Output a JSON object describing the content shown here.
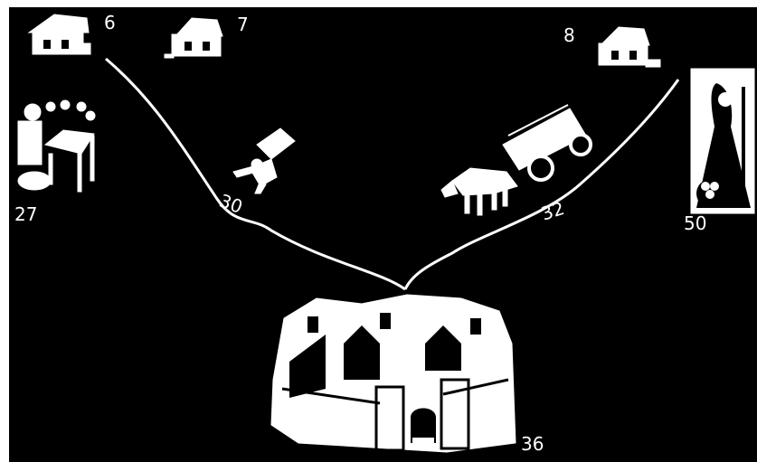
{
  "colors": {
    "background": "#000000",
    "drawing": "#ffffff",
    "frame": "#ffffff"
  },
  "labels": {
    "hamlet_a": "6",
    "hamlet_b": "7",
    "hamlet_c": "8",
    "baker": "27",
    "road_left": "30",
    "road_right": "32",
    "spinner": "50",
    "town": "36"
  },
  "icons": {
    "hamlet_a": "cottage-icon",
    "hamlet_b": "cottage-icon",
    "hamlet_c": "cottage-icon",
    "baker": "baker-at-table-icon",
    "porter": "porter-with-load-icon",
    "wagon": "ox-cart-icon",
    "spinner": "woman-spinning-icon",
    "town": "walled-town-icon"
  }
}
